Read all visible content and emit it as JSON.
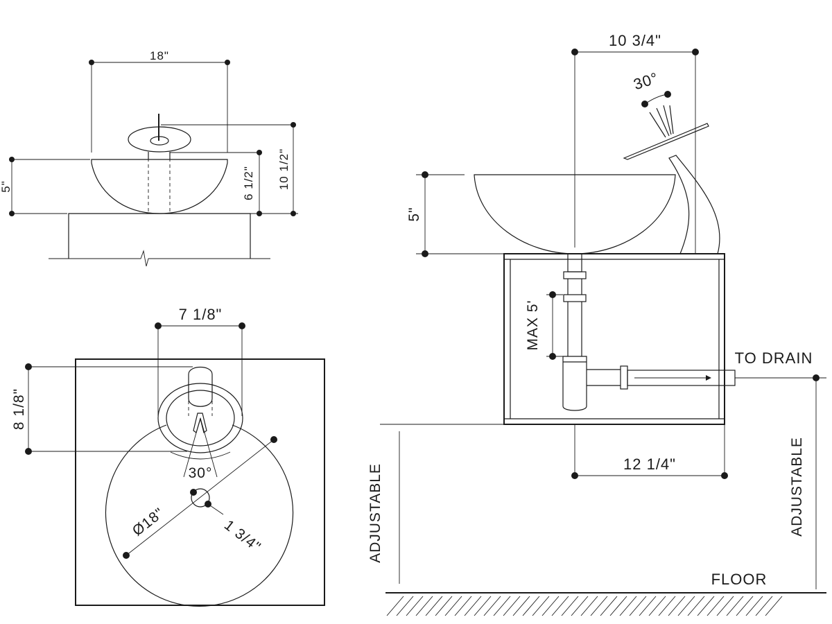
{
  "colors": {
    "ink": "#1a1a1a",
    "background": "#ffffff"
  },
  "front_view": {
    "width_dim": "18\"",
    "bowl_height_dim": "5\"",
    "faucet_height_dim": "6 1/2\"",
    "total_height_dim": "10 1/2\""
  },
  "top_view": {
    "faucet_spacing_dim": "7 1/8\"",
    "faucet_depth_dim": "8 1/8\"",
    "faucet_angle_dim": "30°",
    "bowl_diameter_dim": "Ø18\"",
    "drain_dim": "1 3/4\""
  },
  "side_view": {
    "faucet_reach_dim": "10 3/4\"",
    "faucet_angle_dim": "30°",
    "bowl_height_dim": "5\"",
    "trap_dim": "MAX 5'",
    "drain_label": "TO DRAIN",
    "cabinet_depth_dim": "12 1/4\"",
    "left_height_label": "ADJUSTABLE",
    "right_height_label": "ADJUSTABLE",
    "floor_label": "FLOOR"
  }
}
